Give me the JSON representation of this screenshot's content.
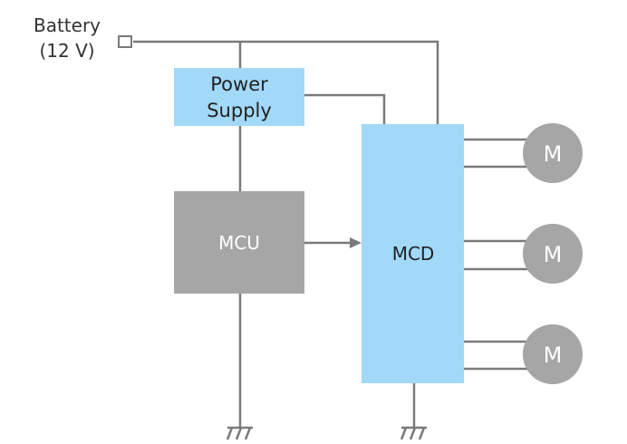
{
  "diagram": {
    "battery": {
      "label_line1": "Battery",
      "label_line2": "(12 V)"
    },
    "power_supply": {
      "label_line1": "Power",
      "label_line2": "Supply"
    },
    "mcu": {
      "label": "MCU"
    },
    "mcd": {
      "label": "MCD"
    },
    "motors": [
      {
        "label": "M"
      },
      {
        "label": "M"
      },
      {
        "label": "M"
      }
    ],
    "colors": {
      "block_blue": "#a2d8f8",
      "block_gray": "#a6a6a6",
      "wire": "#7a7a7a",
      "text_dark": "#222222",
      "text_light": "#ffffff"
    }
  }
}
